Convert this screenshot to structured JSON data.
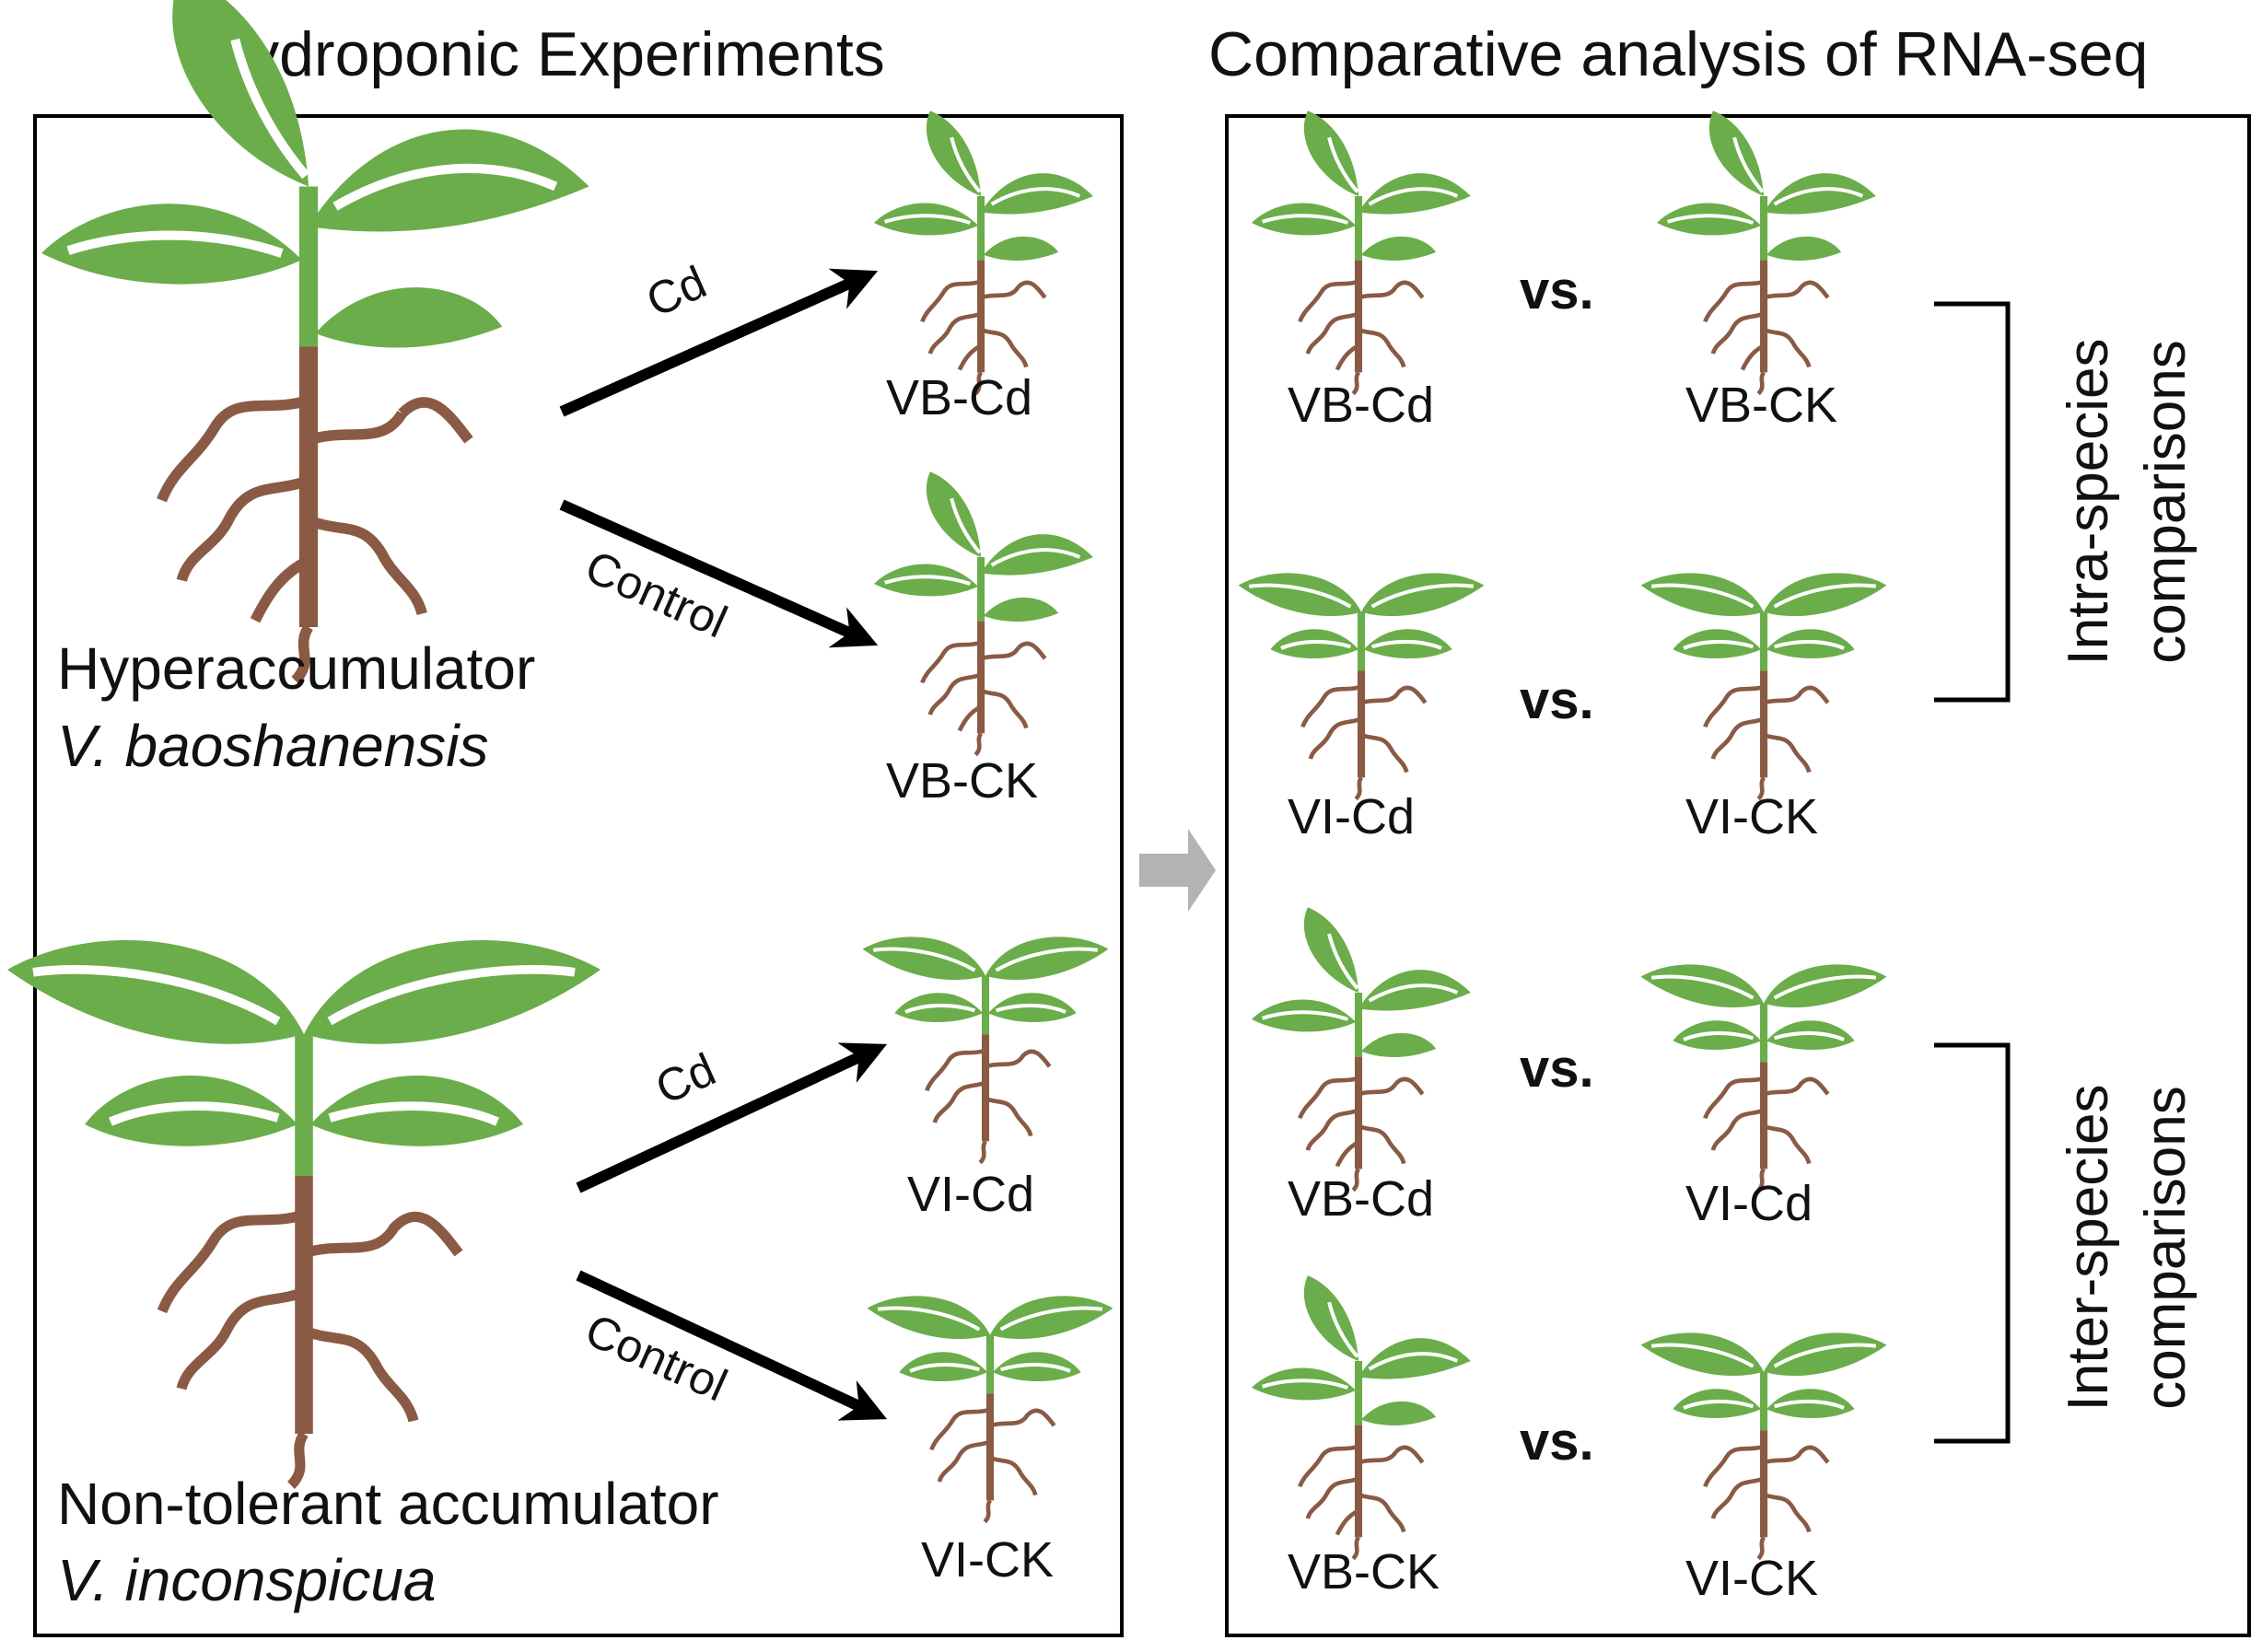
{
  "left_panel": {
    "title": "Hydroponic Experiments",
    "species": [
      {
        "type": "Hyperaccumulator",
        "name": "V. baoshanensis",
        "treatments": [
          {
            "arrow_label": "Cd",
            "sample": "VB-Cd"
          },
          {
            "arrow_label": "Control",
            "sample": "VB-CK"
          }
        ]
      },
      {
        "type": "Non-tolerant accumulator",
        "name": "V. inconspicua",
        "treatments": [
          {
            "arrow_label": "Cd",
            "sample": "VI-Cd"
          },
          {
            "arrow_label": "Control",
            "sample": "VI-CK"
          }
        ]
      }
    ]
  },
  "right_panel": {
    "title": "Comparative analysis of RNA-seq",
    "vs_label": "vs.",
    "comparisons": [
      {
        "left": "VB-Cd",
        "right": "VB-CK"
      },
      {
        "left": "VI-Cd",
        "right": "VI-CK"
      },
      {
        "left": "VB-Cd",
        "right": "VI-Cd"
      },
      {
        "left": "VB-CK",
        "right": "VI-CK"
      }
    ],
    "groups": [
      {
        "line1": "Intra-species",
        "line2": "comparisons"
      },
      {
        "line1": "Inter-species",
        "line2": "comparisons"
      }
    ]
  },
  "colors": {
    "leaf": "#6aad4a",
    "root": "#8a5a44",
    "arrow": "#000000",
    "flow_arrow": "#b3b3b3",
    "border": "#000000"
  }
}
